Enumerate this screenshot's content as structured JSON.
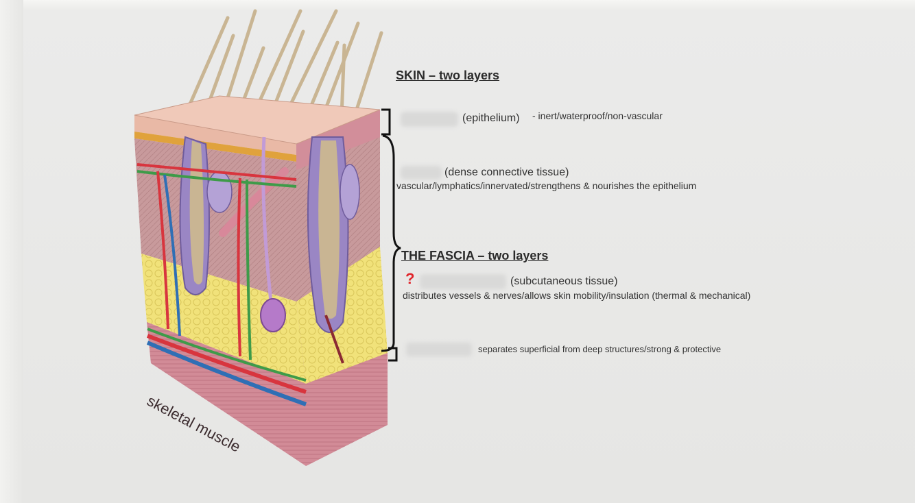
{
  "diagram": {
    "tissue_block_label": "skeletal muscle",
    "skin_heading": "SKIN – two layers",
    "epidermis": {
      "descriptor": "(epithelium)",
      "detail": "- inert/waterproof/non-vascular"
    },
    "dermis": {
      "descriptor": "(dense connective tissue)",
      "detail": "vascular/lymphatics/innervated/strengthens & nourishes the epithelium"
    },
    "fascia_heading": "THE FASCIA – two layers",
    "superficial_fascia": {
      "marker": "?",
      "descriptor": "(subcutaneous tissue)",
      "detail": "distributes vessels & nerves/allows skin mobility/insulation (thermal & mechanical)"
    },
    "deep_fascia": {
      "detail": "separates superficial from deep structures/strong & protective"
    }
  },
  "colors": {
    "epidermis": "#e9b9a6",
    "dermis": "#c89a9c",
    "hypodermis": "#f1e27a",
    "muscle": "#c8707d",
    "hair": "#c9b593",
    "follicle": "#9a86c4",
    "artery": "#d8353e",
    "vein": "#2f6fb5",
    "nerve": "#3e9b49",
    "marker": "#e0262c"
  }
}
